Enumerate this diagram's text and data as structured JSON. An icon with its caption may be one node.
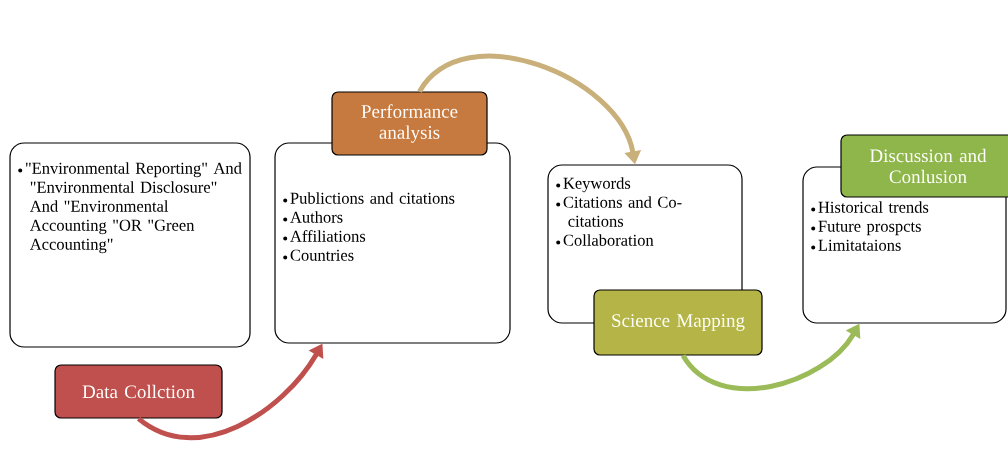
{
  "diagram": {
    "nodes": [
      {
        "text": [
          "\"Environmental Reporting\" And \"Environmental Disclosure\" And \"Environmental Accounting \"OR \"Green Accounting\""
        ]
      },
      {
        "text": [
          "Data Collction"
        ]
      },
      {
        "text": [
          "Performance analysis"
        ]
      },
      {
        "text": [
          "Publictions and citations",
          "Authors",
          "Affiliations",
          "Countries"
        ]
      },
      {
        "text": [
          "Keywords",
          "Citations and Co-citations",
          "Collaboration"
        ]
      },
      {
        "text": [
          "Science Mapping"
        ]
      },
      {
        "text": [
          "Discussion and Conlusion"
        ]
      },
      {
        "text": [
          "Historical trends",
          "Future prospcts",
          "Limitataions"
        ]
      }
    ],
    "edges": [
      {
        "from": 1,
        "to": 3,
        "arrow": "to",
        "color": "#c0504d"
      },
      {
        "from": 2,
        "to": 4,
        "arrow": "to",
        "color": "#c9b07a"
      },
      {
        "from": 5,
        "to": 7,
        "arrow": "to",
        "color": "#9bbb59"
      }
    ]
  }
}
